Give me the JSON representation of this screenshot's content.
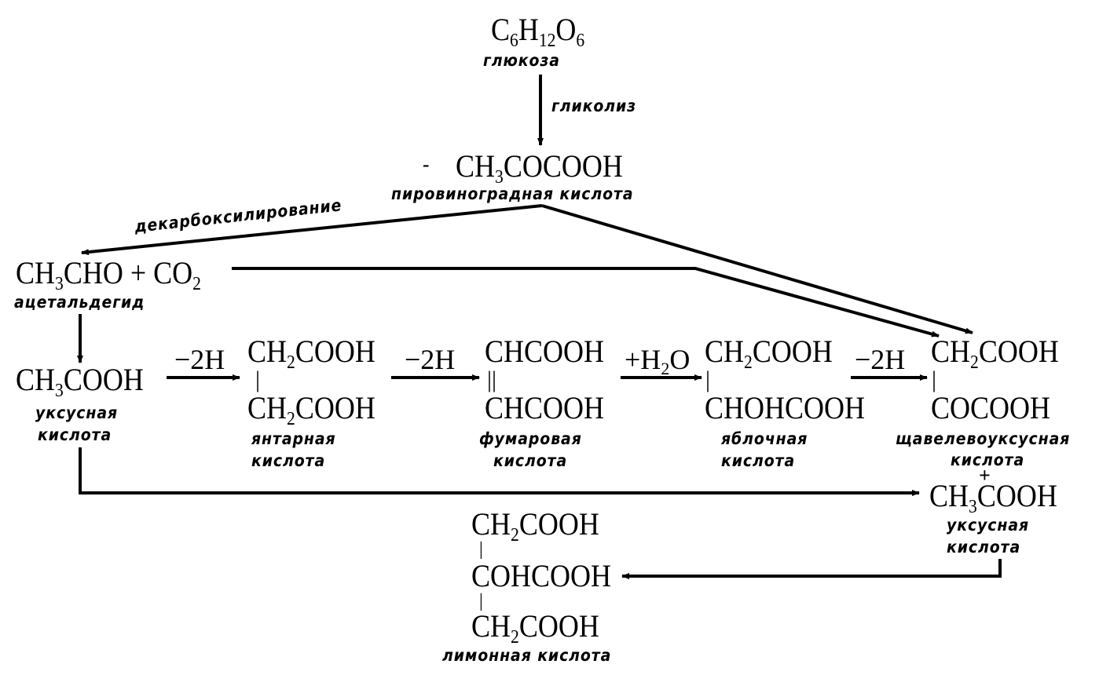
{
  "glucose": {
    "formula": [
      [
        "C",
        0
      ],
      [
        "6",
        1
      ],
      [
        "H",
        0
      ],
      [
        "12",
        1
      ],
      [
        "O",
        0
      ],
      [
        "6",
        1
      ]
    ],
    "name": "глюкоза"
  },
  "glycolysis_label": "гликолиз",
  "pyruvic": {
    "dash": "-",
    "formula": [
      [
        "CH",
        0
      ],
      [
        "3",
        1
      ],
      [
        "COCOOH",
        0
      ]
    ],
    "name": "пировиноградная кислота"
  },
  "decarboxylation_label": "декарбоксилирование",
  "acetaldehyde": {
    "formula": [
      [
        "CH",
        0
      ],
      [
        "3",
        1
      ],
      [
        "CHO + CO",
        0
      ],
      [
        "2",
        1
      ]
    ],
    "name": "ацетальдегид"
  },
  "acetic1": {
    "formula": [
      [
        "CH",
        0
      ],
      [
        "3",
        1
      ],
      [
        "COOH",
        0
      ]
    ],
    "name1": "уксусная",
    "name2": "кислота"
  },
  "step1": "−2H",
  "succinic": {
    "top": [
      [
        "CH",
        0
      ],
      [
        "2",
        1
      ],
      [
        "COOH",
        0
      ]
    ],
    "bond": "|",
    "bottom": [
      [
        "CH",
        0
      ],
      [
        "2",
        1
      ],
      [
        "COOH",
        0
      ]
    ],
    "name1": "янтарная",
    "name2": "кислота"
  },
  "step2": "−2H",
  "fumaric": {
    "top": [
      [
        "CHCOOH",
        0
      ]
    ],
    "bond": "||",
    "bottom": [
      [
        "CHCOOH",
        0
      ]
    ],
    "name1": "фумаровая",
    "name2": "кислота"
  },
  "step3": [
    [
      "+H",
      0
    ],
    [
      "2",
      1
    ],
    [
      "O",
      0
    ]
  ],
  "malic": {
    "top": [
      [
        "CH",
        0
      ],
      [
        "2",
        1
      ],
      [
        "COOH",
        0
      ]
    ],
    "bond": "|",
    "bottom": [
      [
        "CHOHCOOH",
        0
      ]
    ],
    "name1": "яблочная",
    "name2": "кислота"
  },
  "step4": "−2H",
  "oxaloacetic": {
    "top": [
      [
        "CH",
        0
      ],
      [
        "2",
        1
      ],
      [
        "COOH",
        0
      ]
    ],
    "bond": "|",
    "bottom": [
      [
        "COCOOH",
        0
      ]
    ],
    "name1": "щавелевоуксусная",
    "name2": "кислота"
  },
  "plus": "+",
  "acetic2": {
    "formula": [
      [
        "CH",
        0
      ],
      [
        "3",
        1
      ],
      [
        "COOH",
        0
      ]
    ],
    "name1": "уксусная",
    "name2": "кислота"
  },
  "citric": {
    "top": [
      [
        "CH",
        0
      ],
      [
        "2",
        1
      ],
      [
        "COOH",
        0
      ]
    ],
    "bond1": "|",
    "mid": [
      [
        "COHCOOH",
        0
      ]
    ],
    "bond2": "|",
    "bottom": [
      [
        "CH",
        0
      ],
      [
        "2",
        1
      ],
      [
        "COOH",
        0
      ]
    ],
    "name": "лимонная кислота"
  }
}
